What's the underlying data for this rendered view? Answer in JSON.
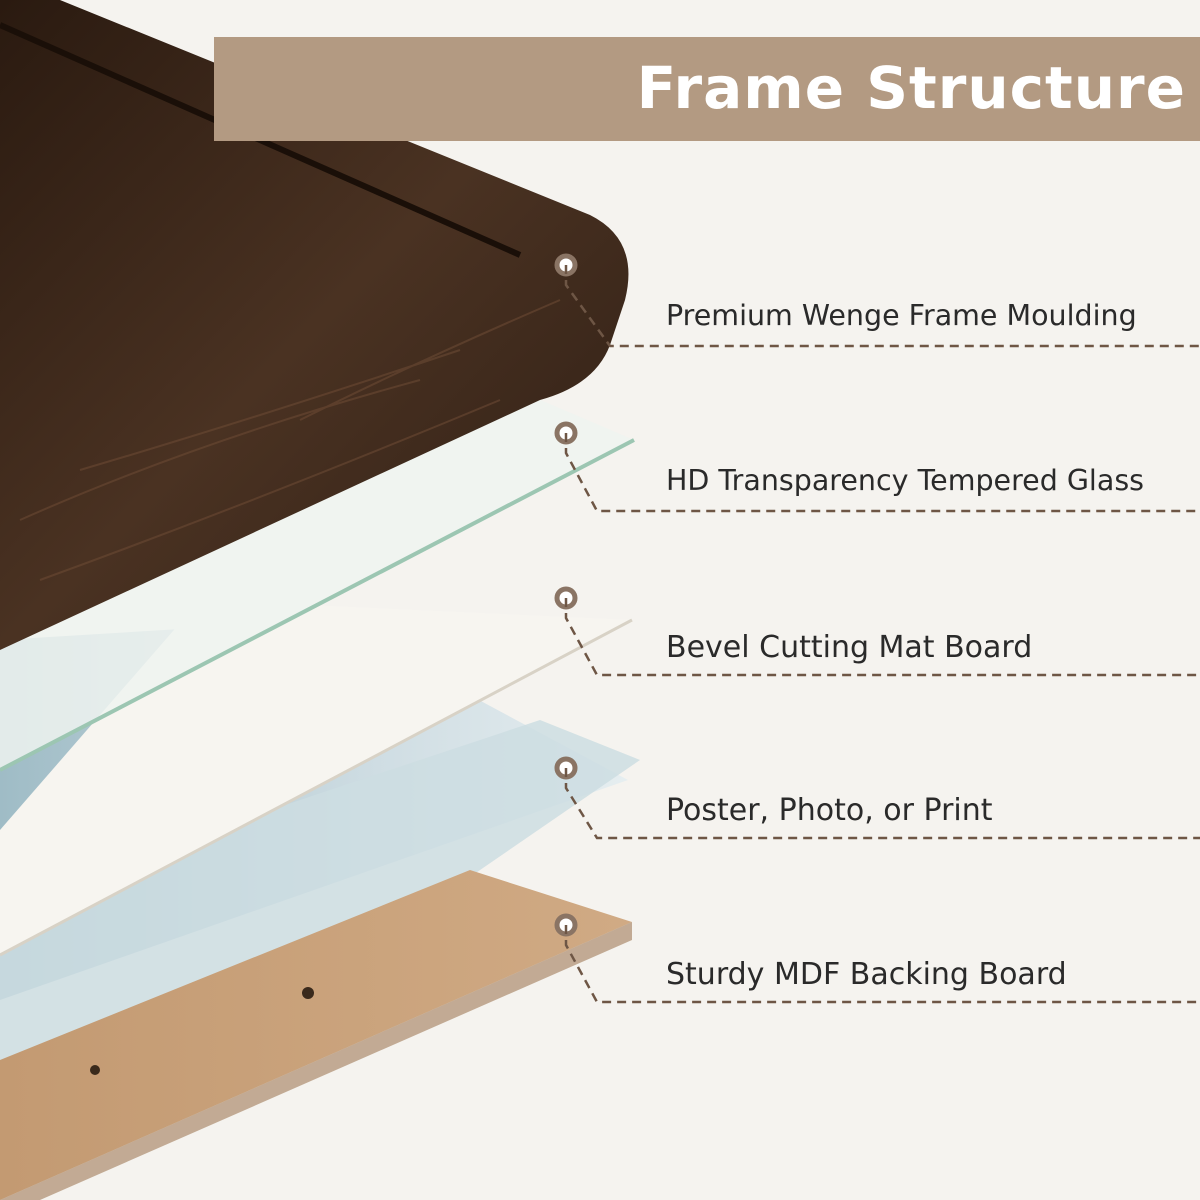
{
  "banner": {
    "title": "Frame Structure",
    "color": "#b39a82"
  },
  "layers": [
    {
      "label": "Premium Wenge Frame Moulding"
    },
    {
      "label": "HD Transparency Tempered Glass"
    },
    {
      "label": "Bevel Cutting Mat Board"
    },
    {
      "label": "Poster, Photo, or Print"
    },
    {
      "label": "Sturdy MDF Backing Board"
    }
  ],
  "colors": {
    "background": "#f5f3ef",
    "leader_line": "#6e5645",
    "frame_wood": "#3e2a1e",
    "glass_edge": "#9cc6b2",
    "mat_board": "#f6f4ee",
    "print_sky": "#b9cfd6",
    "mdf_board": "#c9a37d"
  }
}
